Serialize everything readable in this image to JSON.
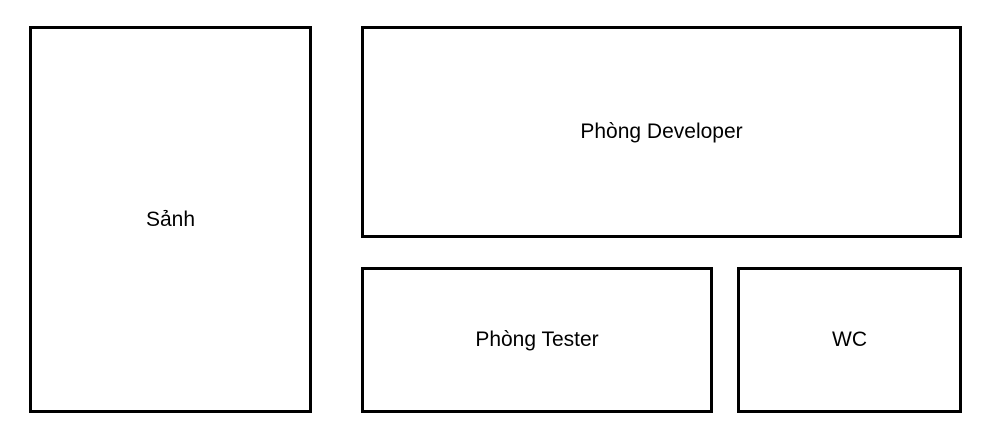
{
  "floor_plan": {
    "rooms": [
      {
        "id": "lobby",
        "label": "Sảnh"
      },
      {
        "id": "developer",
        "label": "Phòng Developer"
      },
      {
        "id": "tester",
        "label": "Phòng Tester"
      },
      {
        "id": "wc",
        "label": "WC"
      }
    ]
  },
  "colors": {
    "border": "#000000",
    "background": "#ffffff",
    "text": "#000000"
  }
}
